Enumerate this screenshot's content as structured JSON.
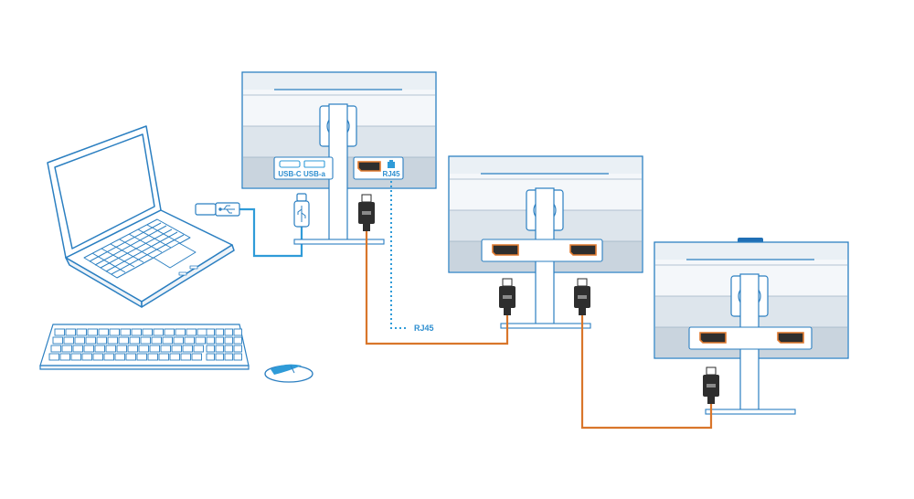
{
  "colors": {
    "outline": "#2b7fc1",
    "usb_cable": "#2f9bd8",
    "displayport_cable": "#d9762b",
    "monitor_fill": "#f4f7fa",
    "monitor_band": "#dde5ec",
    "port_outline": "#e07a2f",
    "connector_body": "#2e2e2e",
    "power_button": "#1f6fb5"
  },
  "monitor1": {
    "port_labels": {
      "usb_c": "USB-C",
      "usb_a": "USB-a",
      "rj45": "RJ45"
    }
  },
  "cables": {
    "rj45_label": "RJ45"
  },
  "icons": {
    "usb_symbol": "usb-icon",
    "network_symbol": "ethernet-icon"
  }
}
